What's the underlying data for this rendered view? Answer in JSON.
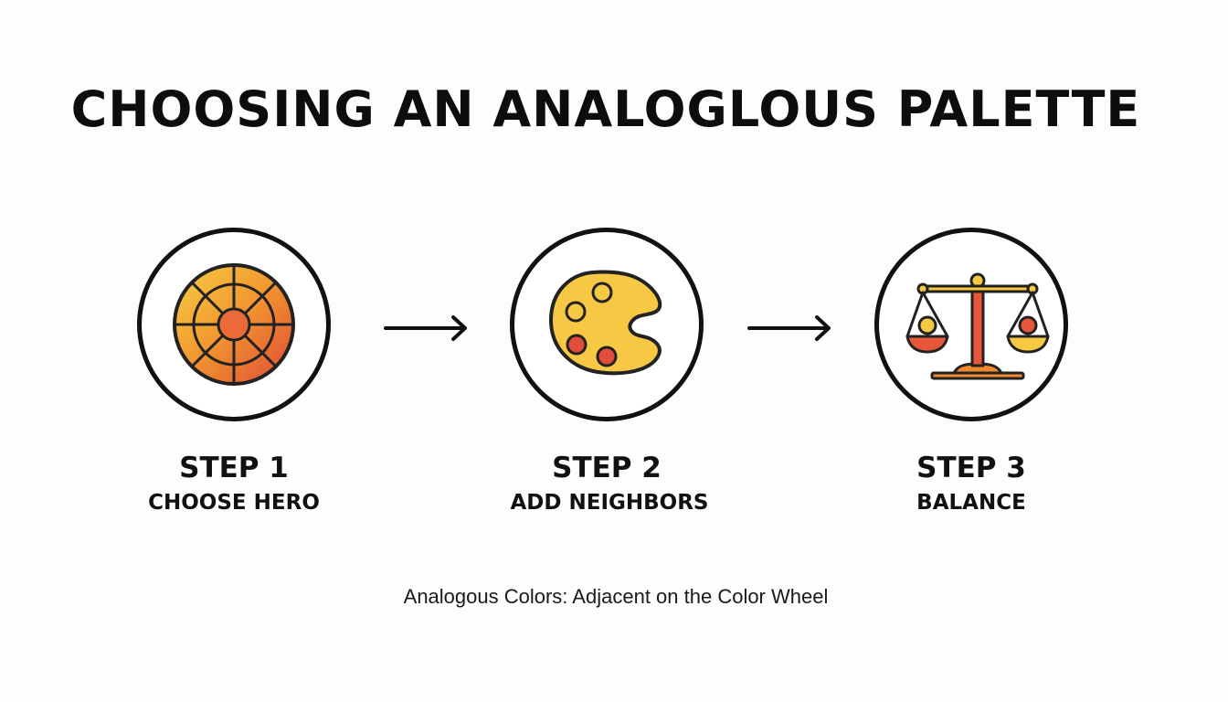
{
  "title": "CHOOSING AN ANALOGLOUS PALETTE",
  "steps": [
    {
      "number": "STEP 1",
      "label": "CHOOSE HERO",
      "icon": "color-wheel-icon"
    },
    {
      "number": "STEP 2",
      "label": "ADD NEIGHBORS",
      "icon": "paint-palette-icon"
    },
    {
      "number": "STEP 3",
      "label": "BALANCE",
      "icon": "balance-scale-icon"
    }
  ],
  "caption": "Analogous Colors: Adjacent on the Color Wheel",
  "colors": {
    "yellow": "#f5c842",
    "orange": "#f08a2c",
    "red_orange": "#e8563a",
    "outline": "#111111"
  }
}
